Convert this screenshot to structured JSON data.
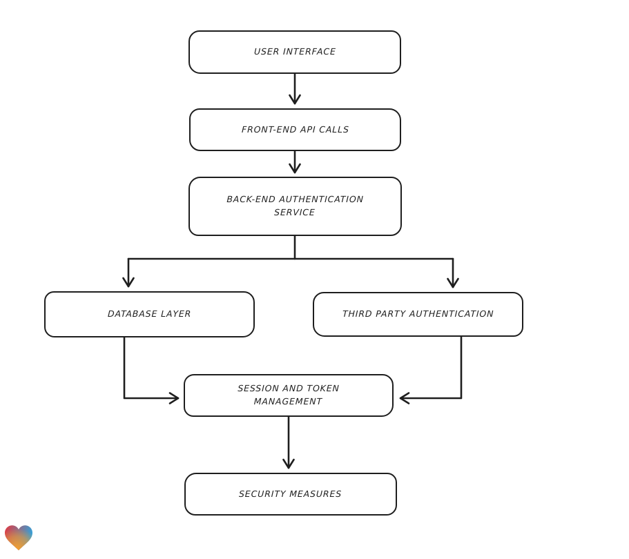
{
  "canvas": {
    "background": "#ffffff",
    "stroke_color": "#1e1e1e"
  },
  "diagram": {
    "type": "flowchart",
    "nodes": [
      {
        "id": "user-interface",
        "lines": [
          "USER INTERFACE"
        ]
      },
      {
        "id": "front-end-api-calls",
        "lines": [
          "FRONT-END API CALLS"
        ]
      },
      {
        "id": "back-end-authentication-service",
        "lines": [
          "BACK-END AUTHENTICATION",
          "SERVICE"
        ]
      },
      {
        "id": "database-layer",
        "lines": [
          "DATABASE LAYER"
        ]
      },
      {
        "id": "third-party-authentication",
        "lines": [
          "THIRD PARTY AUTHENTICATION"
        ]
      },
      {
        "id": "session-and-token-management",
        "lines": [
          "SESSION AND TOKEN",
          "MANAGEMENT"
        ]
      },
      {
        "id": "security-measures",
        "lines": [
          "SECURITY MEASURES"
        ]
      }
    ],
    "edges": [
      {
        "from": "user-interface",
        "to": "front-end-api-calls"
      },
      {
        "from": "front-end-api-calls",
        "to": "back-end-authentication-service"
      },
      {
        "from": "back-end-authentication-service",
        "to": "database-layer"
      },
      {
        "from": "back-end-authentication-service",
        "to": "third-party-authentication"
      },
      {
        "from": "database-layer",
        "to": "session-and-token-management"
      },
      {
        "from": "third-party-authentication",
        "to": "session-and-token-management"
      },
      {
        "from": "session-and-token-management",
        "to": "security-measures"
      }
    ]
  },
  "logo": {
    "name": "gradient-heart-logo",
    "colors": {
      "red": "#e5393e",
      "orange": "#f59e2d",
      "blue": "#369fd6"
    }
  }
}
